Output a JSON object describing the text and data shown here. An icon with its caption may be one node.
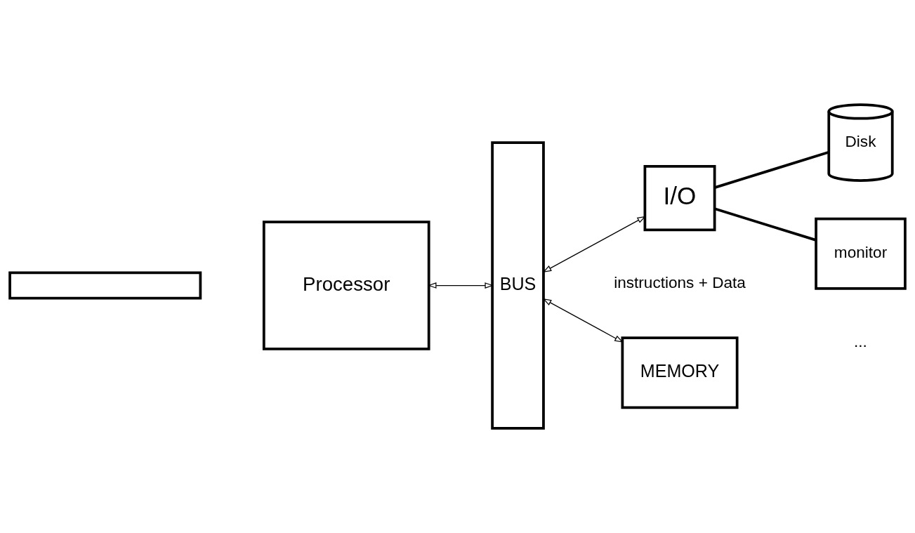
{
  "diagram": {
    "nodes": [
      {
        "text": [],
        "shape": "box"
      },
      {
        "text": [
          "Processor"
        ]
      },
      {
        "text": [
          "BUS"
        ]
      },
      {
        "text": [
          "MEMORY"
        ]
      },
      {
        "text": [
          "I/O"
        ]
      },
      {
        "text": [
          "Disk"
        ]
      },
      {
        "text": [
          "monitor"
        ]
      }
    ],
    "edges": [
      {
        "from": 1,
        "to": 2,
        "arrow": "both"
      },
      {
        "from": 2,
        "to": 3,
        "arrow": "both"
      },
      {
        "from": 2,
        "to": 4,
        "arrow": "both"
      },
      {
        "from": 4,
        "to": 5,
        "arrow": "none",
        "style": "thick"
      },
      {
        "from": 4,
        "to": 6,
        "arrow": "none",
        "style": "thick"
      }
    ],
    "labels": [
      "instructions + Data",
      "..."
    ]
  }
}
